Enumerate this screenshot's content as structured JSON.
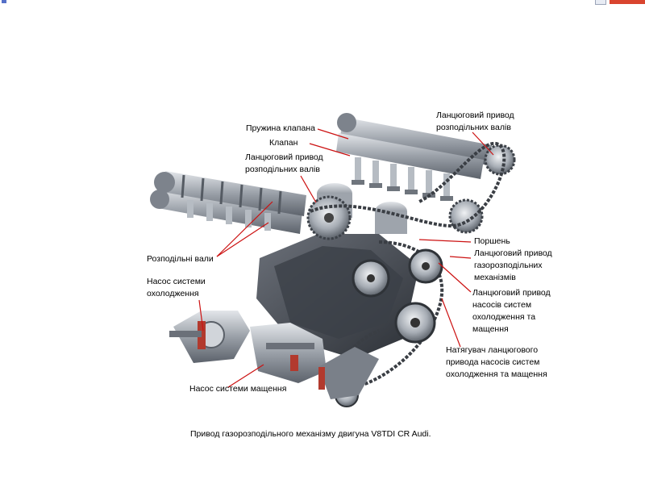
{
  "labels": {
    "valve_spring": "Пружина клапана",
    "valve": "Клапан",
    "cam_chain_left_1": "Ланцюговий привод",
    "cam_chain_left_2": "розподільних валів",
    "cam_chain_right_1": "Ланцюговий привод",
    "cam_chain_right_2": "розподільних валів",
    "camshafts": "Розподільні вали",
    "coolant_pump_1": "Насос системи",
    "coolant_pump_2": "охолодження",
    "piston": "Поршень",
    "timing_chain_1": "Ланцюговий привод",
    "timing_chain_2": "газорозподільних",
    "timing_chain_3": "механізмів",
    "pumps_chain_1": "Ланцюговий привод",
    "pumps_chain_2": "насосів систем",
    "pumps_chain_3": "охолодження та",
    "pumps_chain_4": "мащення",
    "tensioner_1": "Натягувач ланцюгового",
    "tensioner_2": "привода насосів систем",
    "tensioner_3": "охолодження та мащення",
    "oil_pump": "Насос системи мащення"
  },
  "caption": "Привод газорозподільного механізму двигуна V8TDI CR Audi.",
  "colors": {
    "leader": "#cc1111",
    "metal_dark": "#4a4f57",
    "metal_mid": "#8a9099",
    "metal_light": "#c9ced5",
    "accent_red": "#b23a2e"
  }
}
